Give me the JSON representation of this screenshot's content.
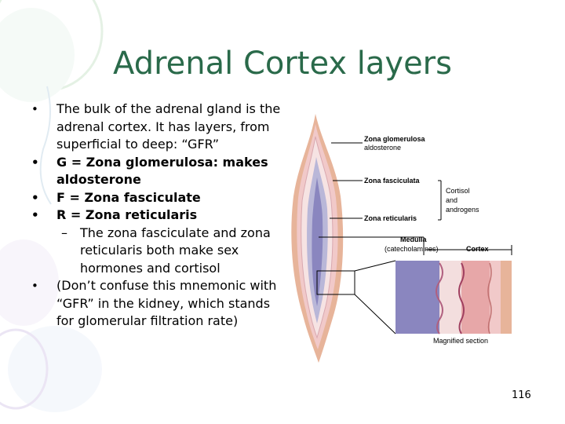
{
  "slide": {
    "title": "Adrenal Cortex layers",
    "page_number": "116"
  },
  "bullets": [
    {
      "text": "The bulk of the adrenal gland is the adrenal cortex. It has layers, from superficial to deep: “GFR”",
      "bold": false
    },
    {
      "text": "G = Zona glomerulosa: makes aldosterone",
      "bold": true
    },
    {
      "text": "F = Zona fasciculate",
      "bold": true
    },
    {
      "text": "R = Zona reticularis",
      "bold": true
    }
  ],
  "sub_bullet": {
    "text": "The zona fasciculate and zona reticularis both make sex hormones and cortisol"
  },
  "last_bullet": {
    "text": " (Don’t confuse this mnemonic with “GFR” in the kidney, which stands for glomerular filtration rate)"
  },
  "figure": {
    "label_glomerulosa": "Zona glomerulosa",
    "label_aldosterone": "aldosterone",
    "label_fasciculata": "Zona fasciculata",
    "label_cortisol": "Cortisol",
    "label_and": "and",
    "label_androgens": "androgens",
    "label_reticularis": "Zona reticularis",
    "label_medulla": "Medulla",
    "label_catecholamines": "(catecholamines)",
    "label_cortex": "Cortex",
    "label_magnified": "Magnified section"
  },
  "colors": {
    "title": "#2a6a4a",
    "outer_layer": "#e7b49a",
    "glomerulosa": "#f1c9c9",
    "fasciculata": "#f6e3e3",
    "reticularis": "#b9b7d8",
    "medulla": "#8a86bf"
  }
}
